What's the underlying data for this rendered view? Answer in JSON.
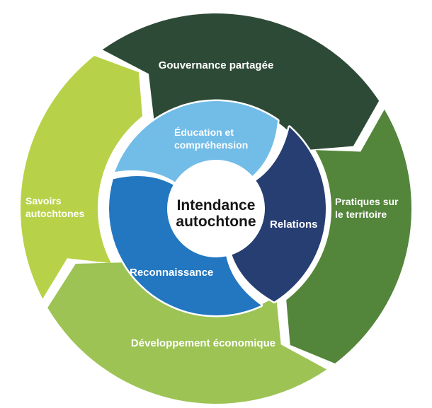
{
  "diagram": {
    "background_color": "#ffffff",
    "center": {
      "label_lines": [
        "Intendance",
        "autochtone"
      ],
      "text_color": "#161616",
      "circle_color": "#ffffff"
    },
    "inner_ring": {
      "items": [
        {
          "id": "education",
          "label_lines": [
            "Éducation et",
            "compréhension"
          ],
          "color": "#72bce8",
          "text_color": "#ffffff"
        },
        {
          "id": "relations",
          "label_lines": [
            "Relations"
          ],
          "color": "#273e72",
          "text_color": "#ffffff"
        },
        {
          "id": "reconnaissance",
          "label_lines": [
            "Reconnaissance"
          ],
          "color": "#2277c0",
          "text_color": "#ffffff"
        }
      ]
    },
    "outer_ring": {
      "items": [
        {
          "id": "gouvernance",
          "label_lines": [
            "Gouvernance partagée"
          ],
          "color": "#2d4a36",
          "text_color": "#ffffff"
        },
        {
          "id": "pratiques",
          "label_lines": [
            "Pratiques sur",
            "le territoire"
          ],
          "color": "#53853a",
          "text_color": "#ffffff"
        },
        {
          "id": "developpement",
          "label_lines": [
            "Développement économique"
          ],
          "color": "#9dc355",
          "text_color": "#ffffff"
        },
        {
          "id": "savoirs",
          "label_lines": [
            "Savoirs",
            "autochtones"
          ],
          "color": "#b7d248",
          "text_color": "#ffffff"
        }
      ]
    }
  }
}
